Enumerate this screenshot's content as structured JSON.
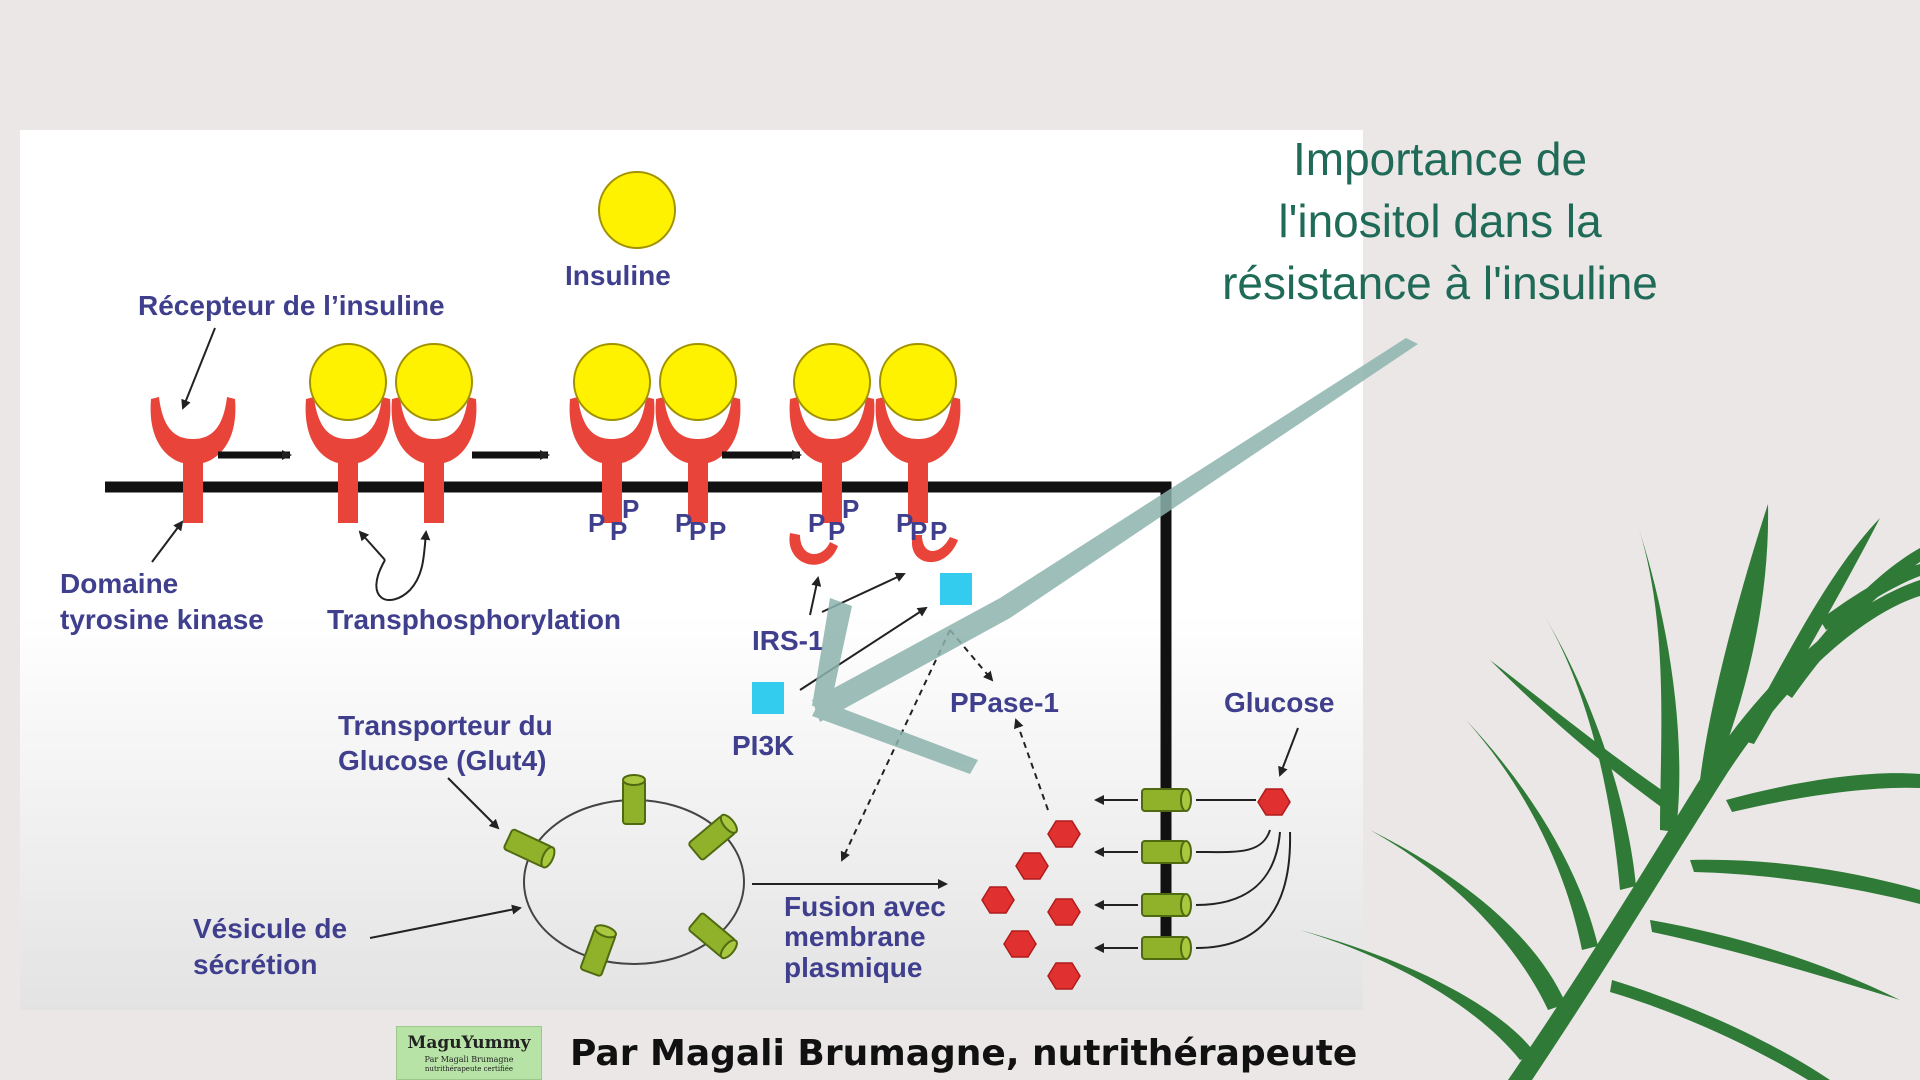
{
  "title": {
    "lines": [
      "Importance de",
      "l'inositol dans la",
      "résistance à l'insuline"
    ]
  },
  "footer": {
    "text": "Par Magali Brumagne, nutrithérapeute",
    "logo_name": "MaguYummy",
    "logo_sub1": "Par Magali Brumagne",
    "logo_sub2": "nutrithérapeute certifiée"
  },
  "diagram": {
    "labels": {
      "receptor": "Récepteur de l’insuline",
      "insulin": "Insuline",
      "domain_line1": "Domaine",
      "domain_line2": "tyrosine kinase",
      "transphosphorylation": "Transphosphorylation",
      "irs1": "IRS-1",
      "pi3k": "PI3K",
      "ppase1": "PPase-1",
      "glucose": "Glucose",
      "glut4_line1": "Transporteur du",
      "glut4_line2": "Glucose (Glut4)",
      "vesicle_line1": "Vésicule de",
      "vesicle_line2": "sécrétion",
      "fusion_line1": "Fusion avec",
      "fusion_line2": "membrane",
      "fusion_line3": "plasmique"
    },
    "phospho": "P"
  },
  "colors": {
    "insulin": "#fff200",
    "receptor": "#e8443a",
    "label_text": "#3f3f8e",
    "title_text": "#1f6b58",
    "glut4": "#8fb22a",
    "glucose": "#e03030",
    "kinase": "#33ccee",
    "overlay_arrow": "#8db3ad",
    "leaf": "#2f7a36"
  }
}
